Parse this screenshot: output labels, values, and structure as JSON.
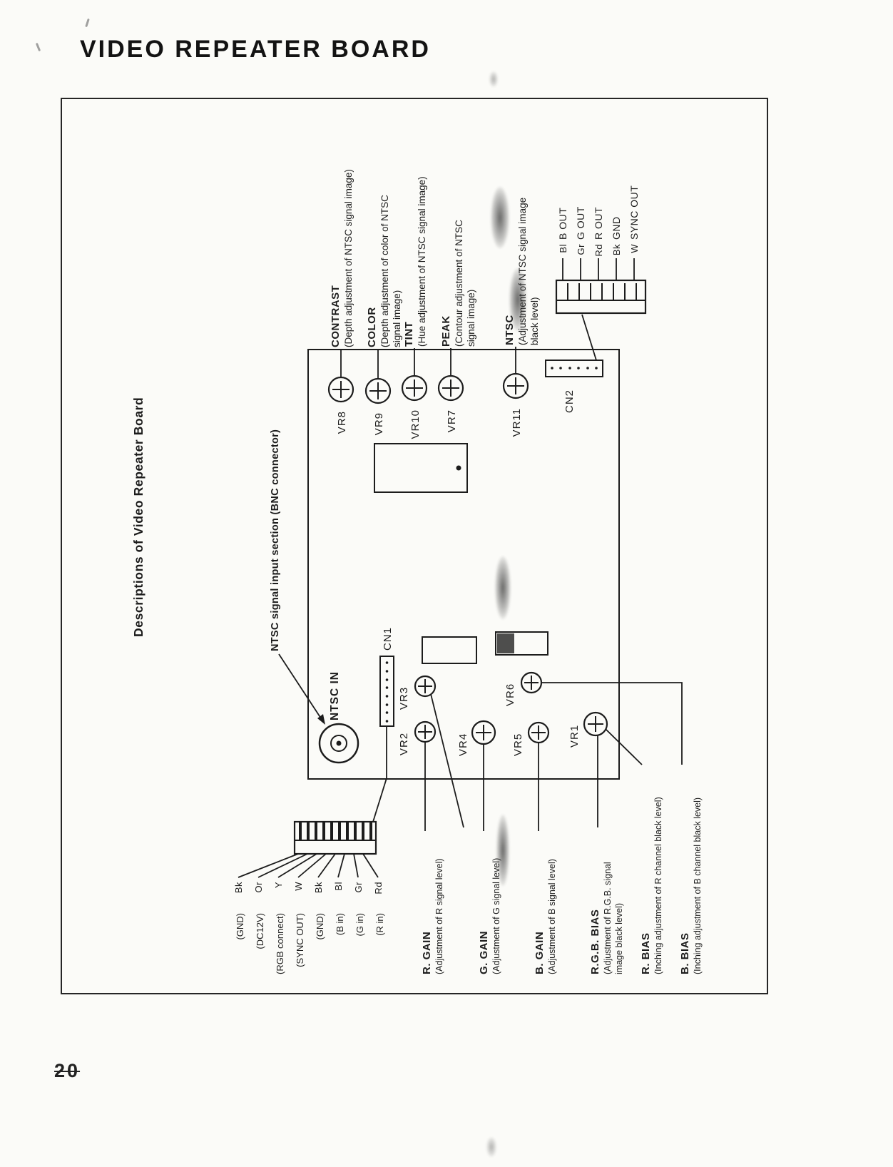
{
  "page": {
    "title": "VIDEO REPEATER BOARD",
    "page_number": "20"
  },
  "colors": {
    "ink": "#1c1c1c",
    "paper": "#fbfbf8"
  },
  "side_notes": {
    "heading": "Descriptions of Video Repeater Board",
    "bnc_note": "NTSC signal input section (BNC connector)"
  },
  "board": {
    "ntsc_in": "NTSC IN",
    "cn1": "CN1",
    "cn2": "CN2"
  },
  "vr_labels": {
    "vr8": "VR8",
    "vr9": "VR9",
    "vr10": "VR10",
    "vr7": "VR7",
    "vr11": "VR11",
    "vr3": "VR3",
    "vr2": "VR2",
    "vr4": "VR4",
    "vr5": "VR5",
    "vr6": "VR6",
    "vr1": "VR1"
  },
  "top_functions": {
    "contrast": {
      "name": "CONTRAST",
      "l1": "(Depth adjustment of NTSC signal image)",
      "l2": ""
    },
    "color": {
      "name": "COLOR",
      "l1": "(Depth adjustment of color of NTSC",
      "l2": "signal image)"
    },
    "tint": {
      "name": "TINT",
      "l1": "(Hue adjustment of NTSC signal image)",
      "l2": ""
    },
    "peak": {
      "name": "PEAK",
      "l1": "(Contour adjustment of NTSC",
      "l2": "signal image)"
    },
    "ntsc": {
      "name": "NTSC",
      "l1": "(Adjustment of NTSC signal image",
      "l2": "black level)"
    }
  },
  "bottom_functions": {
    "r_gain": {
      "name": "R. GAIN",
      "l1": "(Adjustment of R signal level)",
      "l2": ""
    },
    "g_gain": {
      "name": "G. GAIN",
      "l1": "(Adjustment of G signal level)",
      "l2": ""
    },
    "b_gain": {
      "name": "B. GAIN",
      "l1": "(Adjustment of B signal level)",
      "l2": ""
    },
    "rgb_bias": {
      "name": "R.G.B. BIAS",
      "l1": "(Adjustment of R.G.B. signal",
      "l2": "image black level)"
    },
    "r_bias": {
      "name": "R. BIAS",
      "l1": "(Inching adjustment of R channel black level)",
      "l2": ""
    },
    "b_bias": {
      "name": "B. BIAS",
      "l1": "(Inching adjustment of B channel black level)",
      "l2": ""
    }
  },
  "output_connector": {
    "pins": [
      {
        "wire": "Bl",
        "signal": "B OUT"
      },
      {
        "wire": "Gr",
        "signal": "G OUT"
      },
      {
        "wire": "Rd",
        "signal": "R OUT"
      },
      {
        "wire": "Bk",
        "signal": "GND"
      },
      {
        "wire": "W",
        "signal": "SYNC OUT"
      }
    ]
  },
  "input_connector": {
    "pins": [
      {
        "wire": "Bk",
        "signal": "(GND)"
      },
      {
        "wire": "Or",
        "signal": "(DC12V)"
      },
      {
        "wire": "Y",
        "signal": "(RGB connect)"
      },
      {
        "wire": "W",
        "signal": "(SYNC OUT)"
      },
      {
        "wire": "Bk",
        "signal": "(GND)"
      },
      {
        "wire": "Bl",
        "signal": "(B in)"
      },
      {
        "wire": "Gr",
        "signal": "(G in)"
      },
      {
        "wire": "Rd",
        "signal": "(R in)"
      }
    ]
  }
}
